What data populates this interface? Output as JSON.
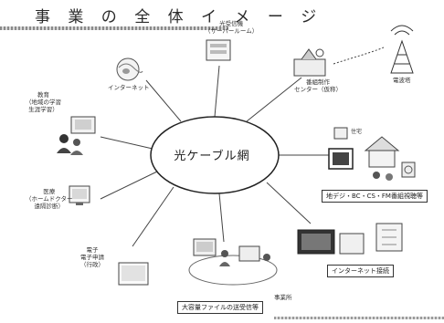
{
  "title": "事 業 の 全 体 イ メ ー ジ",
  "hub": {
    "label": "光ケーブル網"
  },
  "nodes": {
    "internet": {
      "label": "インターネット"
    },
    "broadcast_center": {
      "label": "番組制作\nセンター（仮称）"
    },
    "server_room": {
      "label": "光受信機\n（サーバールーム）"
    },
    "antenna": {
      "label": "電波塔"
    },
    "education": {
      "label": "教育\n（地域の学習\n生涯学習）"
    },
    "medical": {
      "label": "医療\n（ホームドクター\n遠隔診断）"
    },
    "e_application": {
      "label": "電子\n電子申請\n（行政）"
    },
    "tv_broadcast": {
      "label": "地デジ・BC・CS・FM番組視聴等"
    },
    "internet_conn": {
      "label": "インターネット接続"
    },
    "large_file": {
      "label": "大容量ファイルの送受信等"
    },
    "home_label": {
      "label": "住宅"
    },
    "office_label": {
      "label": "事業所"
    }
  }
}
